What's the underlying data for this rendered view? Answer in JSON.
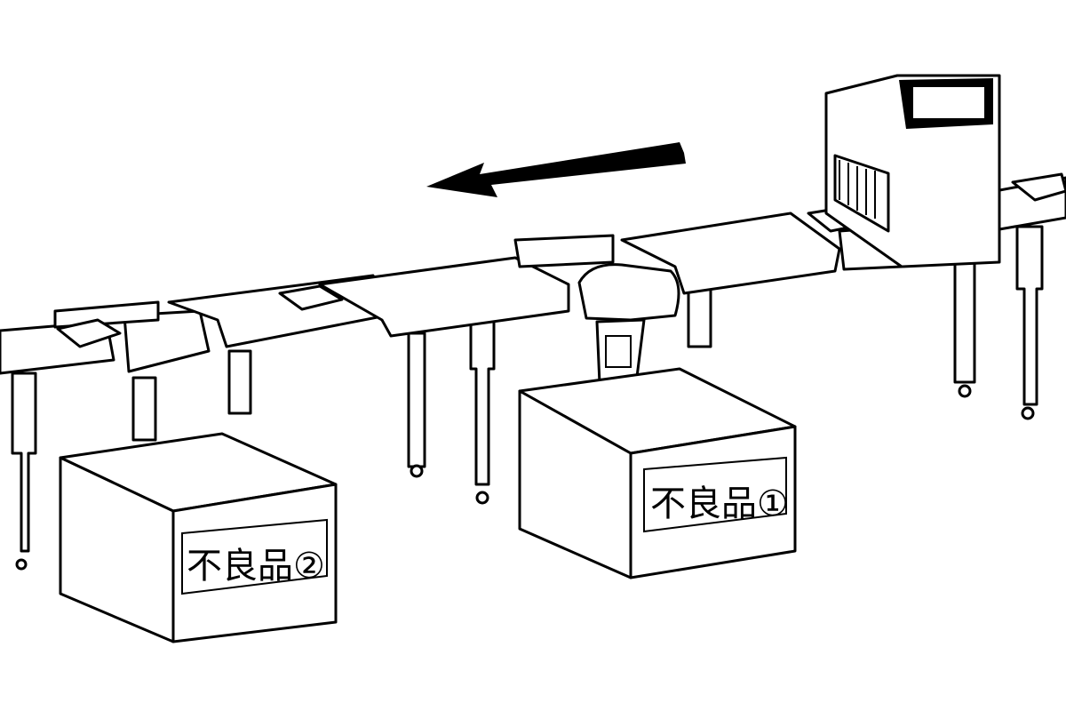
{
  "illustration": {
    "flow_direction": "left",
    "reject_bin_1": {
      "label": "不良品①"
    },
    "reject_bin_2": {
      "label": "不良品②"
    },
    "colors": {
      "line": "#000000",
      "background": "#ffffff"
    }
  }
}
